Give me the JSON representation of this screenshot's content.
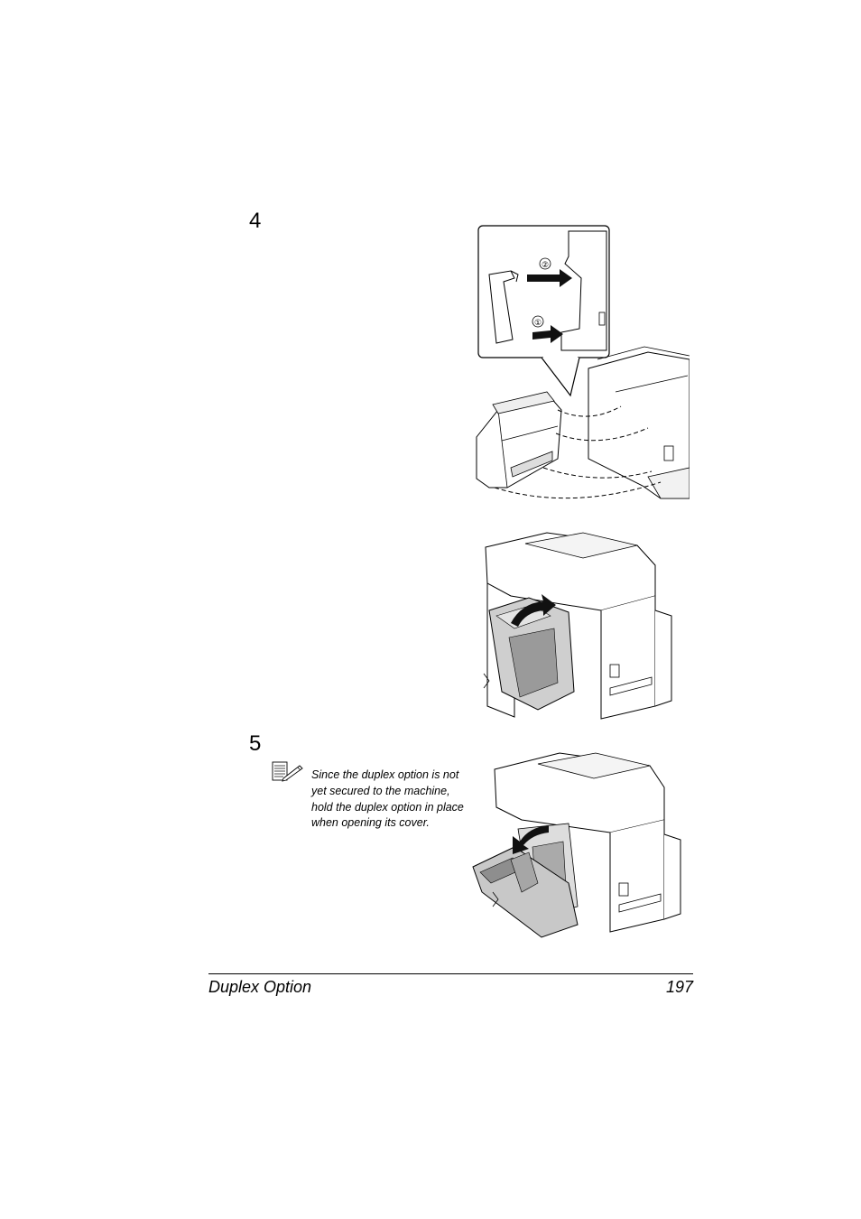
{
  "steps": [
    {
      "number": "4"
    },
    {
      "number": "5"
    }
  ],
  "figures": {
    "step4_callout_labels": [
      "②",
      "①"
    ]
  },
  "note": {
    "icon": "note-pad-pencil-icon",
    "text": "Since the duplex option is not yet secured to the machine, hold the duplex option in place when opening its cover."
  },
  "footer": {
    "section_title": "Duplex Option",
    "page_number": "197"
  }
}
